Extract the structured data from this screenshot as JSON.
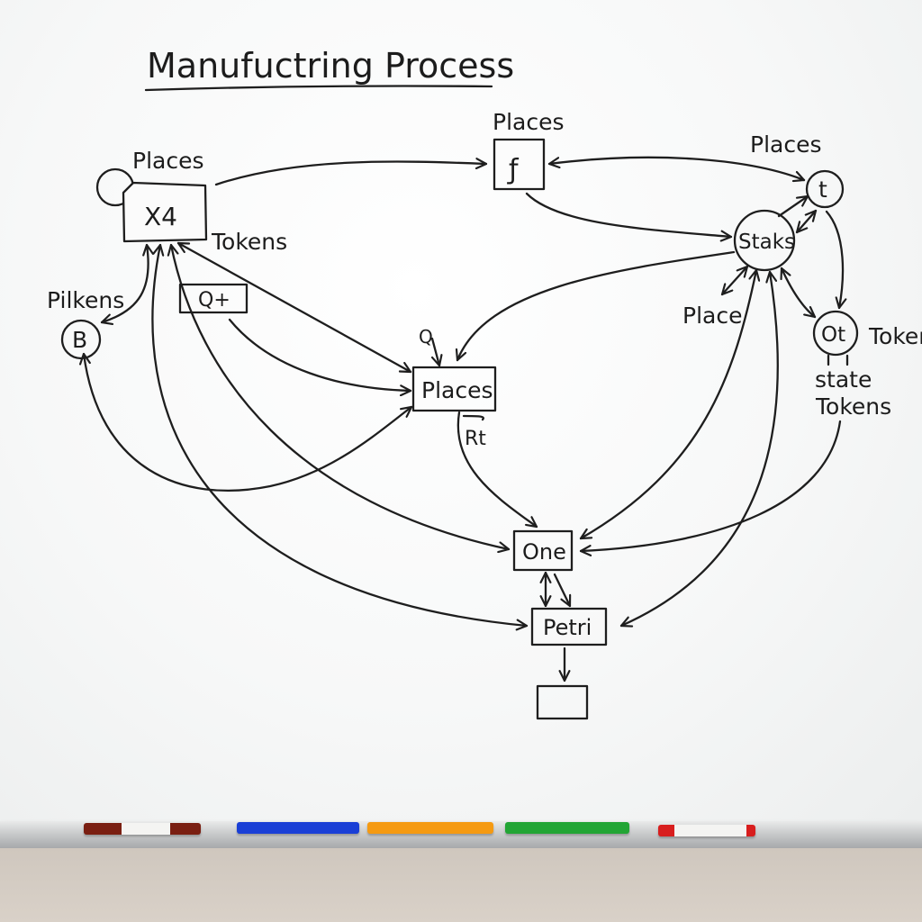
{
  "title": "Manufuctring Process",
  "nodes": {
    "x4": "X4",
    "q_box": "Q+",
    "b_circle": "B",
    "places_center": "Places",
    "places_top_icon": "ƒ",
    "staks": "Staks",
    "t_circle": "t",
    "ot_circle": "Ot",
    "one": "One",
    "petri": "Petri",
    "empty_box": ""
  },
  "labels": {
    "places_x4": "Places",
    "places_top": "Places",
    "places_right": "Places",
    "tokens_left": "Tokens",
    "pilkens": "Pilkens",
    "place_right": "Place",
    "token_right": "Token",
    "state": "state",
    "tokens_right": "Tokens",
    "rt": "Rt",
    "q_small": "Q"
  },
  "markers": [
    {
      "name": "brown-marker",
      "color": "#7a1f12"
    },
    {
      "name": "blue-marker",
      "color": "#1a3fd6"
    },
    {
      "name": "orange-marker",
      "color": "#f59a12"
    },
    {
      "name": "green-marker",
      "color": "#22a535"
    },
    {
      "name": "red-marker",
      "color": "#d81e1e"
    }
  ]
}
